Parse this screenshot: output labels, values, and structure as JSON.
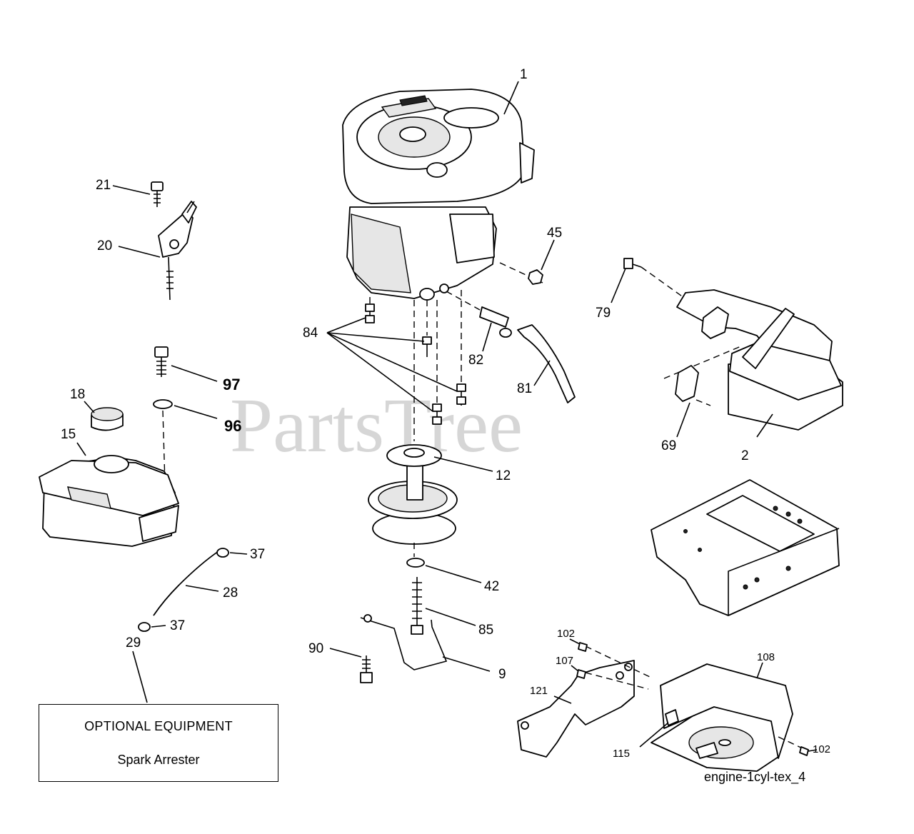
{
  "watermark": "PartsTree",
  "drawing_ref": "engine-1cyl-tex_4",
  "optional_box": {
    "title": "OPTIONAL EQUIPMENT",
    "item": "Spark Arrester"
  },
  "callouts": {
    "c1": "1",
    "c2": "2",
    "c9": "9",
    "c12": "12",
    "c15": "15",
    "c18": "18",
    "c20": "20",
    "c21": "21",
    "c28": "28",
    "c29": "29",
    "c37a": "37",
    "c37b": "37",
    "c42": "42",
    "c45": "45",
    "c69": "69",
    "c79": "79",
    "c81": "81",
    "c82": "82",
    "c84": "84",
    "c85": "85",
    "c90": "90",
    "c96": "96",
    "c97": "97",
    "c102a": "102",
    "c102b": "102",
    "c107": "107",
    "c108": "108",
    "c115": "115",
    "c121": "121"
  }
}
